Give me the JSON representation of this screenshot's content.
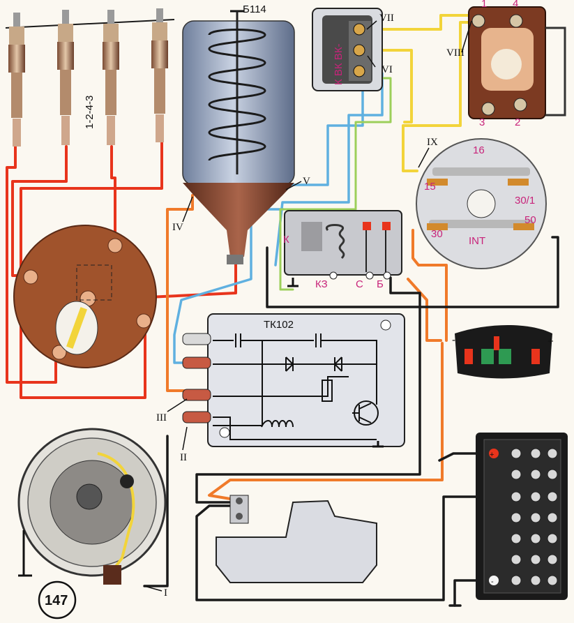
{
  "figure": {
    "number": "147"
  },
  "spark_plugs": {
    "firing_order": "1-2-4-3"
  },
  "ignition_coil": {
    "label": "Б114"
  },
  "transistor_switch": {
    "label": "ТК102"
  },
  "relay": {
    "terminals": {
      "k": "К",
      "kz": "КЗ",
      "s": "С",
      "b": "Б"
    }
  },
  "resistor": {
    "terminals": "К  ВК  ВК-"
  },
  "ignition_switch": {
    "terminals": {
      "t16": "16",
      "t15": "15",
      "t30_1": "30/1",
      "t30": "30",
      "t50": "50",
      "tint": "INT"
    }
  },
  "voltage_regulator": {
    "terminals": {
      "t1": "1",
      "t4": "4",
      "t3": "3",
      "t2": "2"
    }
  },
  "ammeter": {
    "minus": "-",
    "plus": "+"
  },
  "battery": {
    "plus": "+",
    "minus": "-"
  },
  "callouts": {
    "i": "I",
    "ii": "II",
    "iii": "III",
    "iv": "IV",
    "v": "V",
    "vi": "VI",
    "vii": "VII",
    "viii": "VIII",
    "ix": "IX"
  },
  "colors": {
    "wire_red": "#e8341c",
    "wire_orange": "#f07a2a",
    "wire_blue": "#5fb0e0",
    "wire_yellow": "#f2d43a",
    "wire_green": "#9ccf5a",
    "wire_black": "#1a1a1a",
    "distributor_cap": "#a0532c",
    "coil_body": "#8a9bb5",
    "box_gray": "#d9dbe0"
  }
}
